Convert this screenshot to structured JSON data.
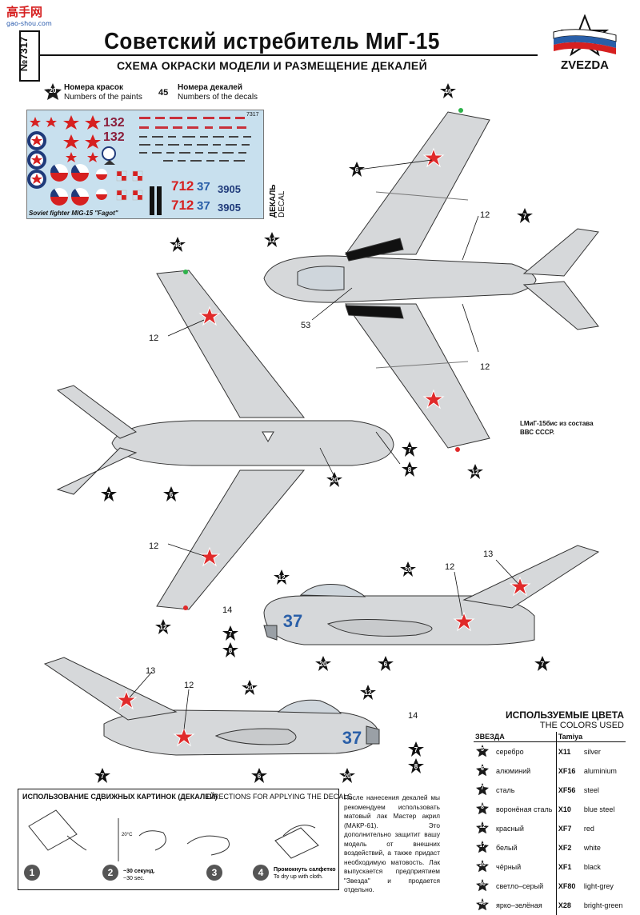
{
  "watermark": {
    "text": "高手网",
    "url": "gao-shou.com"
  },
  "header": {
    "catalog_number": "№7317",
    "title": "Советский истребитель МиГ-15",
    "subtitle": "СХЕМА ОКРАСКИ МОДЕЛИ И РАЗМЕЩЕНИЕ ДЕКАЛЕЙ",
    "brand": "ZVEZDA"
  },
  "legend": {
    "paint_badge": "20",
    "paint_ru": "Номера красок",
    "paint_en": "Numbers of the paints",
    "decal_num": "45",
    "decal_ru": "Номера декалей",
    "decal_en": "Numbers of the decals"
  },
  "decal_sheet": {
    "caption": "Soviet fighter MIG-15 \"Fagot\"",
    "code": "7317",
    "side_ru": "ДЕКАЛЬ",
    "side_en": "DECAL",
    "numbers": [
      "132",
      "132",
      "712",
      "712",
      "37",
      "37",
      "3905",
      "3905"
    ]
  },
  "callouts": {
    "top_view": [
      "46",
      "6",
      "7",
      "12",
      "12",
      "12",
      "53",
      "12"
    ],
    "bottom_view": [
      "46",
      "12",
      "7",
      "6",
      "20",
      "7",
      "8",
      "12",
      "12"
    ],
    "side_right": [
      "20",
      "12",
      "13",
      "12",
      "14",
      "7",
      "8",
      "20",
      "6",
      "7"
    ],
    "side_left": [
      "13",
      "12",
      "20",
      "12",
      "14",
      "7",
      "8",
      "20",
      "6",
      "7"
    ]
  },
  "side_number": "37",
  "plane_label": {
    "line1": "LМиГ-15бис из состава",
    "line2": "ВВС СССР."
  },
  "colors": {
    "title": "ИСПОЛЬЗУЕМЫЕ ЦВЕТА",
    "subtitle": "THE COLORS USED",
    "col_zvezda": "ЗВЕЗДА",
    "col_tamiya": "Tamiya",
    "rows": [
      {
        "num": "5",
        "ru": "серебро",
        "code": "X11",
        "en": "silver"
      },
      {
        "num": "6",
        "ru": "алюминий",
        "code": "XF16",
        "en": "aluminium"
      },
      {
        "num": "7",
        "ru": "сталь",
        "code": "XF56",
        "en": "steel"
      },
      {
        "num": "8",
        "ru": "воронёная сталь",
        "code": "X10",
        "en": "blue steel"
      },
      {
        "num": "12",
        "ru": "красный",
        "code": "XF7",
        "en": "red"
      },
      {
        "num": "17",
        "ru": "белый",
        "code": "XF2",
        "en": "white"
      },
      {
        "num": "20",
        "ru": "чёрный",
        "code": "XF1",
        "en": "black"
      },
      {
        "num": "30",
        "ru": "светло–серый",
        "code": "XF80",
        "en": "light-grey"
      },
      {
        "num": "46",
        "ru": "ярко–зелёная",
        "code": "X28",
        "en": "bright-green"
      }
    ]
  },
  "decal_instructions": {
    "title_ru": "ИСПОЛЬЗОВАНИЕ СДВИЖНЫХ КАРТИНОК (ДЕКАЛЕЙ)",
    "title_en": "DIRECTIONS  FOR APPLYING THE DECALS",
    "steps": [
      {
        "n": "1",
        "ru": "",
        "en": ""
      },
      {
        "n": "2",
        "ru": "~30 секунд.",
        "en": "~30 sec."
      },
      {
        "n": "3",
        "ru": "",
        "en": ""
      },
      {
        "n": "4",
        "ru": "Промокнуть салфеткой.",
        "en": "To dry up with cloth."
      }
    ],
    "temp": "20°C",
    "note": "После нанесения декалей мы рекомендуем использовать матовый лак Мастер акрил (МАКР-61). Это дополнительно защитит вашу модель от внешних воздействий, а также придаст необходимую матовость. Лак выпускается предприятием \"Звезда\" и продается отдельно."
  },
  "palette": {
    "aircraft": "#d6d8da",
    "star": "#e02a2a",
    "number_blue": "#2a5fa8",
    "badge": "#1a1a1a"
  }
}
